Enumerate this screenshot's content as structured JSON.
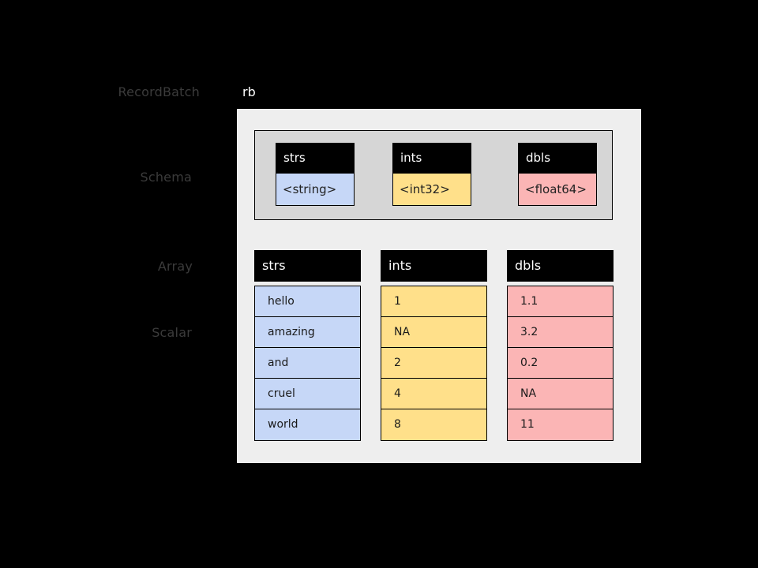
{
  "diagram": {
    "title_label": "rb",
    "side_labels": [
      {
        "name": "recordbatch",
        "text": "RecordBatch"
      },
      {
        "name": "schema",
        "text": "Schema"
      },
      {
        "name": "array",
        "text": "Array"
      },
      {
        "name": "scalar",
        "text": "Scalar"
      }
    ],
    "colors": {
      "background": "#000000",
      "panel": "#eeeeee",
      "schema_box": "#d6d6d6",
      "header": "#000000",
      "string_fill": "#c6d7f7",
      "int_fill": "#ffe08a",
      "float_fill": "#fbb5b5",
      "label_text": "#3b3b3b"
    },
    "schema": {
      "fields": [
        {
          "name": "strs",
          "type": "<string>",
          "fill": "#c6d7f7"
        },
        {
          "name": "ints",
          "type": "<int32>",
          "fill": "#ffe08a"
        },
        {
          "name": "dbls",
          "type": "<float64>",
          "fill": "#fbb5b5"
        }
      ]
    },
    "arrays": [
      {
        "name": "strs",
        "fill": "#c6d7f7",
        "values": [
          "hello",
          "amazing",
          "and",
          "cruel",
          "world"
        ]
      },
      {
        "name": "ints",
        "fill": "#ffe08a",
        "values": [
          "1",
          "NA",
          "2",
          "4",
          "8"
        ]
      },
      {
        "name": "dbls",
        "fill": "#fbb5b5",
        "values": [
          "1.1",
          "3.2",
          "0.2",
          "NA",
          "11"
        ]
      }
    ]
  }
}
